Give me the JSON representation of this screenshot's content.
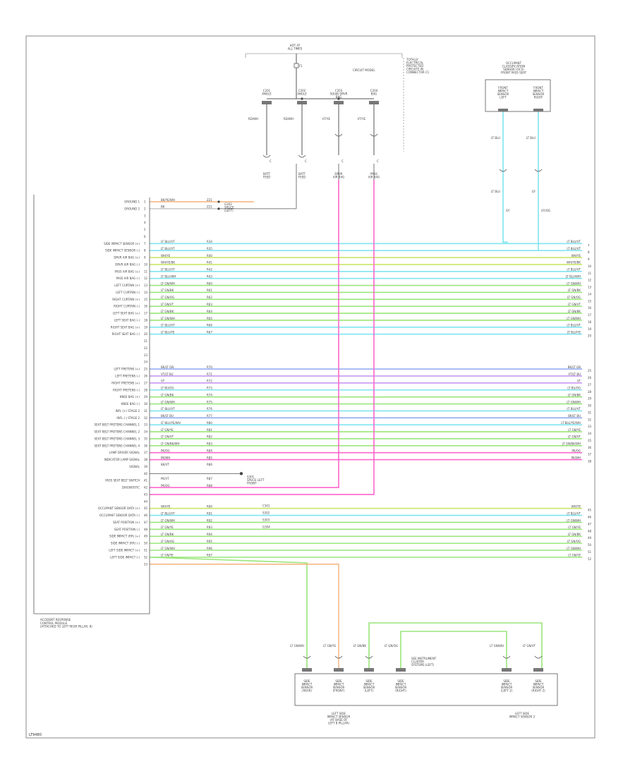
{
  "diagram": {
    "page_id": "LT9480",
    "module_title": [
      "ACCIDENT RESPONSE",
      "CONTROL MODULE",
      "(ATTACHED TO LEFT REAR PILLAR, 8)"
    ]
  },
  "top_fuse": {
    "power_label": [
      "HOT AT",
      "ALL TIMES"
    ],
    "fuse_label": "F1",
    "dist_label": "CIRCUIT MODEL",
    "notes": [
      "TOTALLY",
      "ELECTRICAL",
      "PROTECTED",
      "CIRCUITS IN",
      "CONNECTOR C1"
    ],
    "connectors": [
      {
        "label": [
          "C201",
          "ANGLE"
        ],
        "wire": "RD/WH",
        "term": [
          "BATT",
          "FEED"
        ]
      },
      {
        "label": [
          "C202",
          "ANGLE"
        ],
        "wire": "RD/WH",
        "term": [
          "BATT",
          "FEED"
        ]
      },
      {
        "label": [
          "C203",
          "SQUIB DRVR",
          "BAG"
        ],
        "wire": "VT/YE",
        "term": [
          "DRVR",
          "AIR BAG"
        ]
      },
      {
        "label": [
          "C204",
          "BAG"
        ],
        "wire": "VT/YE",
        "term": [
          "PASS",
          "AIR BAG"
        ]
      }
    ]
  },
  "pass_sensor": {
    "title": [
      "OCCUPANT",
      "CLASSIFICATION",
      "SENSOR (OCS)",
      "FRONT PASS SEAT"
    ],
    "pins": [
      {
        "top": [
          "FRONT",
          "IMPACT",
          "SENSOR",
          "LEFT"
        ],
        "wire": "LT BLU",
        "mid": "LT BLU",
        "bot": "GY"
      },
      {
        "top": [
          "FRONT",
          "IMPACT",
          "SENSOR",
          "RIGHT"
        ],
        "wire": "LT BLU",
        "mid": "GY",
        "bot": "GY/OG"
      }
    ]
  },
  "pins": [
    {
      "name": "GROUND 1",
      "num": "1",
      "wire": "BK/YE/WH",
      "code": "Z21"
    },
    {
      "name": "GROUND 2",
      "num": "2",
      "wire": "BK",
      "code": "Z21"
    },
    {
      "name": "",
      "num": "3",
      "wire": "",
      "code": ""
    },
    {
      "name": "",
      "num": "4",
      "wire": "",
      "code": ""
    },
    {
      "name": "",
      "num": "5",
      "wire": "",
      "code": ""
    },
    {
      "name": "",
      "num": "6",
      "wire": "",
      "code": ""
    },
    {
      "name": "SIDE IMPACT SENSOR (+)",
      "num": "7",
      "wire": "LT BLU/VT",
      "code": "R34"
    },
    {
      "name": "SIDE IMPACT SENSOR (-)",
      "num": "8",
      "wire": "LT BLU/VT",
      "code": "R35"
    },
    {
      "name": "DRVR AIR BAG (+)",
      "num": "9",
      "wire": "WH/YE",
      "code": "R40"
    },
    {
      "name": "DRVR AIR BAG (-)",
      "num": "10",
      "wire": "WH/YE/BK",
      "code": "R41"
    },
    {
      "name": "PASS AIR BAG (+)",
      "num": "11",
      "wire": "LT BLU/VT",
      "code": "R42"
    },
    {
      "name": "PASS AIR BAG (-)",
      "num": "12",
      "wire": "LT BLU/WH",
      "code": "R43"
    },
    {
      "name": "LEFT CURTAIN (+)",
      "num": "13",
      "wire": "LT GN/WH",
      "code": "R60"
    },
    {
      "name": "LEFT CURTAIN (-)",
      "num": "14",
      "wire": "LT GN/BK",
      "code": "R61"
    },
    {
      "name": "RIGHT CURTAIN (+)",
      "num": "15",
      "wire": "LT GN/OG",
      "code": "R62"
    },
    {
      "name": "RIGHT CURTAIN (-)",
      "num": "16",
      "wire": "LT GN/VT",
      "code": "R63"
    },
    {
      "name": "LEFT SEAT BAG (+)",
      "num": "17",
      "wire": "LT GN/BK",
      "code": "R64"
    },
    {
      "name": "LEFT SEAT BAG (-)",
      "num": "18",
      "wire": "LT GN/WH",
      "code": "R65"
    },
    {
      "name": "RIGHT SEAT BAG (+)",
      "num": "19",
      "wire": "LT BLU/VT",
      "code": "R66"
    },
    {
      "name": "RIGHT SEAT BAG (-)",
      "num": "20",
      "wire": "LT BLU/YE",
      "code": "R67"
    },
    {
      "name": "",
      "num": "21",
      "wire": "",
      "code": ""
    },
    {
      "name": "",
      "num": "22",
      "wire": "",
      "code": ""
    },
    {
      "name": "",
      "num": "23",
      "wire": "",
      "code": ""
    },
    {
      "name": "",
      "num": "24",
      "wire": "",
      "code": ""
    },
    {
      "name": "LEFT PRETENS (+)",
      "num": "25",
      "wire": "BK/LT GN",
      "code": "R70"
    },
    {
      "name": "LEFT PRETENS (-)",
      "num": "26",
      "wire": "VT/LT BU",
      "code": "R71"
    },
    {
      "name": "RIGHT PRETENS (+)",
      "num": "27",
      "wire": "VT",
      "code": "R72"
    },
    {
      "name": "RIGHT PRETENS (-)",
      "num": "28",
      "wire": "LT BU/OG",
      "code": "R73"
    },
    {
      "name": "KNEE BAG (+)",
      "num": "29",
      "wire": "LT GN/BK",
      "code": "R74"
    },
    {
      "name": "KNEE BAG (-)",
      "num": "30",
      "wire": "LT GN/WH",
      "code": "R75"
    },
    {
      "name": "INFL (+) STAGE 2",
      "num": "31",
      "wire": "LT BLU/VT",
      "code": "R76"
    },
    {
      "name": "INFL (-) STAGE 2",
      "num": "32",
      "wire": "BK/LT BU",
      "code": "R77"
    },
    {
      "name": "SEAT BELT PRETENS CHANNEL 1",
      "num": "33",
      "wire": "LT BLU/YE/WH",
      "code": "R80"
    },
    {
      "name": "SEAT BELT PRETENS CHANNEL 2",
      "num": "34",
      "wire": "LT GN/YE",
      "code": "R81"
    },
    {
      "name": "SEAT BELT PRETENS CHANNEL 3",
      "num": "35",
      "wire": "LT GN/VT",
      "code": "R82"
    },
    {
      "name": "SEAT BELT PRETENS CHANNEL 4",
      "num": "36",
      "wire": "LT GN/BK/WH",
      "code": "R83"
    },
    {
      "name": "LAMP DRIVER SIGNAL",
      "num": "37",
      "wire": "PK/OG",
      "code": "R84"
    },
    {
      "name": "INDICATOR LAMP SIGNAL",
      "num": "38",
      "wire": "PK/WH",
      "code": "R85"
    },
    {
      "name": "SIGNAL",
      "num": "39",
      "wire": "BK/VT",
      "code": "R86"
    },
    {
      "name": "",
      "num": "40",
      "wire": "",
      "code": ""
    },
    {
      "name": "PASS SEAT BELT SWITCH",
      "num": "41",
      "wire": "PK/VT",
      "code": "R87"
    },
    {
      "name": "DIAGNOSTIC",
      "num": "42",
      "wire": "PK/OG",
      "code": "R88"
    },
    {
      "name": "",
      "num": "43",
      "wire": "",
      "code": ""
    },
    {
      "name": "",
      "num": "44",
      "wire": "",
      "code": ""
    },
    {
      "name": "OCCUPANT SENSOR DATA (+)",
      "num": "45",
      "wire": "WH/YE",
      "code": "R90"
    },
    {
      "name": "OCCUPANT SENSOR DATA (-)",
      "num": "46",
      "wire": "LT BLU/VT",
      "code": "R91"
    },
    {
      "name": "SEAT POSITION (+)",
      "num": "47",
      "wire": "LT GN/WH",
      "code": "R92"
    },
    {
      "name": "SEAT POSITION (-)",
      "num": "48",
      "wire": "LT GN/YE",
      "code": "R93"
    },
    {
      "name": "SIDE IMPACT (RR) (+)",
      "num": "49",
      "wire": "LT GN/BK",
      "code": "R94"
    },
    {
      "name": "SIDE IMPACT (RR) (-)",
      "num": "50",
      "wire": "LT GN/OG",
      "code": "R95"
    },
    {
      "name": "LEFT SIDE IMPACT (+)",
      "num": "51",
      "wire": "LT GN/WH",
      "code": "R96"
    },
    {
      "name": "LEFT SIDE IMPACT (-)",
      "num": "52",
      "wire": "LT GN/YE",
      "code": "R97"
    },
    {
      "name": "",
      "num": "53",
      "wire": "",
      "code": ""
    }
  ],
  "splice_labels": {
    "ground": [
      "G302",
      "SPLICE",
      "(LEFT)"
    ],
    "lamp": [
      "S301",
      "SPLICE LEFT",
      "FRONT"
    ],
    "sub": [
      "C301",
      "S302",
      "S303",
      "G304"
    ]
  },
  "bottom_modules": {
    "left_title": [
      "LEFT SIDE",
      "IMPACT SENSOR",
      "(AT BASE OF",
      "LEFT B PILLAR)"
    ],
    "right_title": [
      "LEFT SIDE",
      "IMPACT SENSOR 2"
    ],
    "note": [
      "SEE INSTRUMENT",
      "CLUSTER",
      "SYSTEMS (LEFT)"
    ],
    "sensors": [
      {
        "label": [
          "SIDE",
          "IMPACT",
          "SENSOR",
          "(REAR)"
        ],
        "wire": "LT GN/WH"
      },
      {
        "label": [
          "SIDE",
          "IMPACT",
          "SENSOR",
          "(FRONT)"
        ],
        "wire": "LT GN/YE"
      },
      {
        "label": [
          "SIDE",
          "IMPACT",
          "SENSOR",
          "(LEFT)"
        ],
        "wire": "LT GN/BK"
      },
      {
        "label": [
          "SIDE",
          "IMPACT",
          "SENSOR",
          "(RIGHT)"
        ],
        "wire": "LT GN/OG"
      },
      {
        "label": [
          "SIDE",
          "IMPACT",
          "SENSOR",
          "(LEFT 2)"
        ],
        "wire": "LT GN/WH"
      },
      {
        "label": [
          "SIDE",
          "IMPACT",
          "SENSOR",
          "(RIGHT 2)"
        ],
        "wire": "LT GN/VT"
      }
    ]
  },
  "colors": {
    "pink": "#ff66cc",
    "cyan": "#7fe5f0",
    "green": "#9ae67a",
    "blue": "#8fa8f0",
    "orange": "#f5b07a",
    "violet": "#c490f0",
    "yellowgreen": "#c8e66a",
    "line": "#555555"
  }
}
